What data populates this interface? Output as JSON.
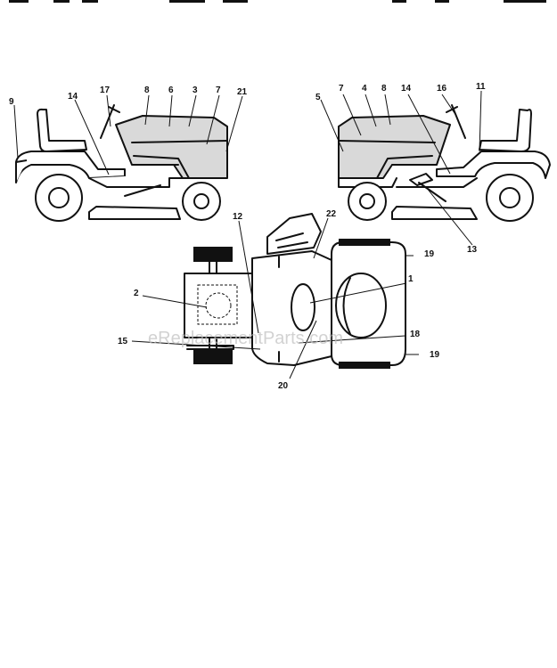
{
  "header_fragments": [
    "...",
    "...",
    "...",
    "...",
    "...",
    "...",
    "..."
  ],
  "watermark": "eReplacementParts.com",
  "callouts": {
    "c1": "1",
    "c2": "2",
    "c3": "3",
    "c4": "4",
    "c5": "5",
    "c6": "6",
    "c7a": "7",
    "c7b": "7",
    "c8a": "8",
    "c8b": "8",
    "c9": "9",
    "c11": "11",
    "c12": "12",
    "c13": "13",
    "c14a": "14",
    "c14b": "14",
    "c15": "15",
    "c16": "16",
    "c17": "17",
    "c18": "18",
    "c19a": "19",
    "c19b": "19",
    "c20": "20",
    "c21": "21",
    "c22": "22"
  }
}
